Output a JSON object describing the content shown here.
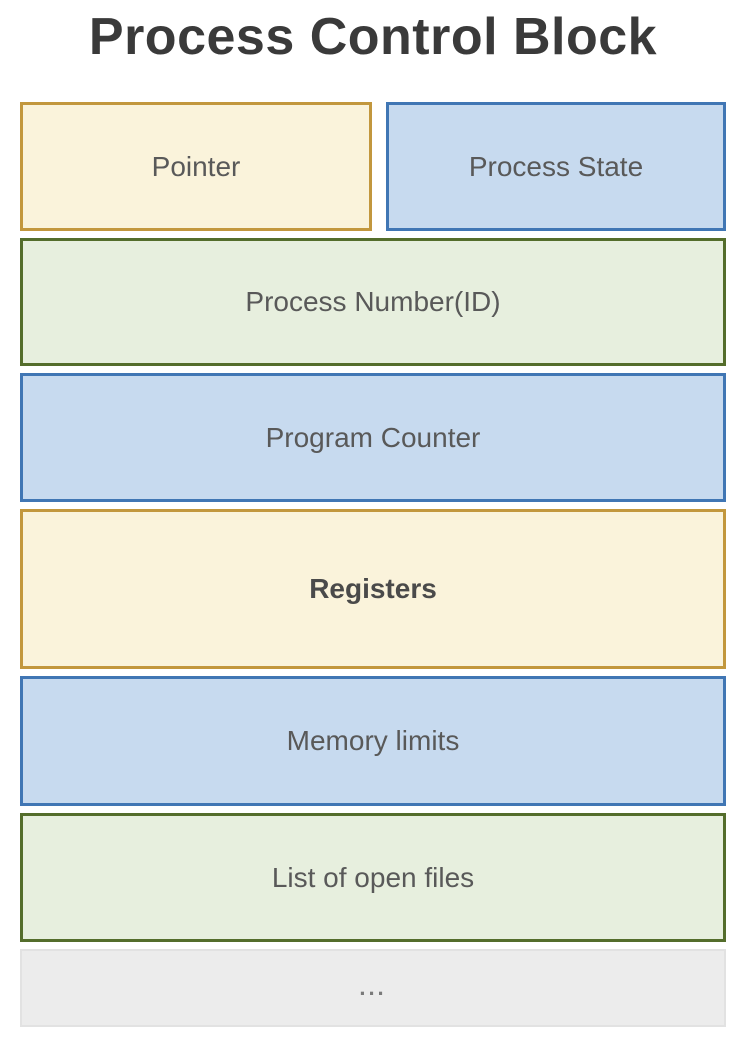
{
  "title": "Process Control Block",
  "colors": {
    "yellow_fill": "#faf3db",
    "yellow_border": "#c2973d",
    "blue_fill": "#c7daef",
    "blue_border": "#4076b4",
    "green_fill": "#e7efde",
    "green_border": "#546d2b",
    "gray_fill": "#ececec",
    "gray_border": "#e2e2e2",
    "body_text": "#595959",
    "title_text": "#3a3a3a"
  },
  "blocks": [
    {
      "label": "Pointer",
      "color": "yellow",
      "bold": false
    },
    {
      "label": "Process State",
      "color": "blue",
      "bold": false
    },
    {
      "label": "Process Number(ID)",
      "color": "green",
      "bold": false
    },
    {
      "label": "Program Counter",
      "color": "blue",
      "bold": false
    },
    {
      "label": "Registers",
      "color": "yellow",
      "bold": true
    },
    {
      "label": "Memory limits",
      "color": "blue",
      "bold": false
    },
    {
      "label": "List of open files",
      "color": "green",
      "bold": false
    },
    {
      "label": "...",
      "color": "gray",
      "bold": false
    }
  ]
}
